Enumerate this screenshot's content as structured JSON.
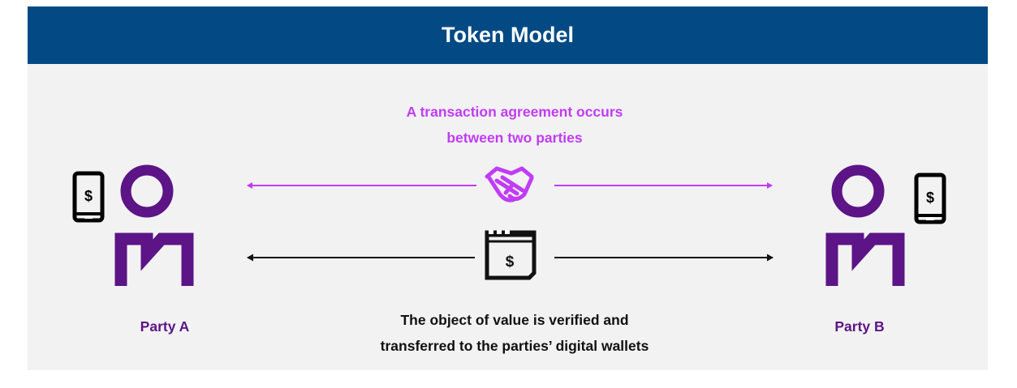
{
  "header": {
    "title": "Token Model"
  },
  "agreement": {
    "line1": "A transaction agreement occurs",
    "line2": "between two parties"
  },
  "transfer": {
    "line1": "The object of value is verified and",
    "line2": "transferred to the parties’ digital wallets"
  },
  "parties": [
    {
      "label": "Party A"
    },
    {
      "label": "Party B"
    }
  ],
  "icons": {
    "phone": "phone-dollar-icon",
    "person": "person-icon",
    "handshake": "handshake-icon",
    "token": "token-document-icon",
    "dollar_glyph": "$"
  },
  "colors": {
    "header_bg": "#034a85",
    "header_text": "#ffffff",
    "background": "#f2f2f2",
    "person": "#5c1487",
    "agreement": "#c13cf5",
    "transfer": "#111111"
  }
}
